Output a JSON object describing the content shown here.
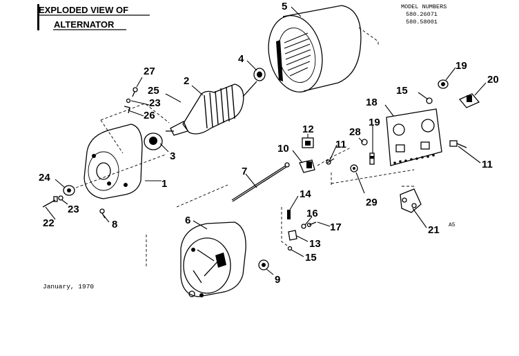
{
  "title": {
    "line1": "EXPLODED VIEW OF",
    "line2": "ALTERNATOR"
  },
  "model": {
    "heading": "MODEL NUMBERS",
    "numbers": [
      "580.26071",
      "580.58001"
    ]
  },
  "date": "January, 1970",
  "code": "A5",
  "callouts": [
    "1",
    "2",
    "3",
    "4",
    "5",
    "6",
    "7",
    "8",
    "9",
    "10",
    "11",
    "11",
    "12",
    "13",
    "14",
    "15",
    "15",
    "16",
    "17",
    "18",
    "19",
    "19",
    "20",
    "21",
    "22",
    "23",
    "23",
    "24",
    "25",
    "26",
    "27",
    "28",
    "29"
  ]
}
